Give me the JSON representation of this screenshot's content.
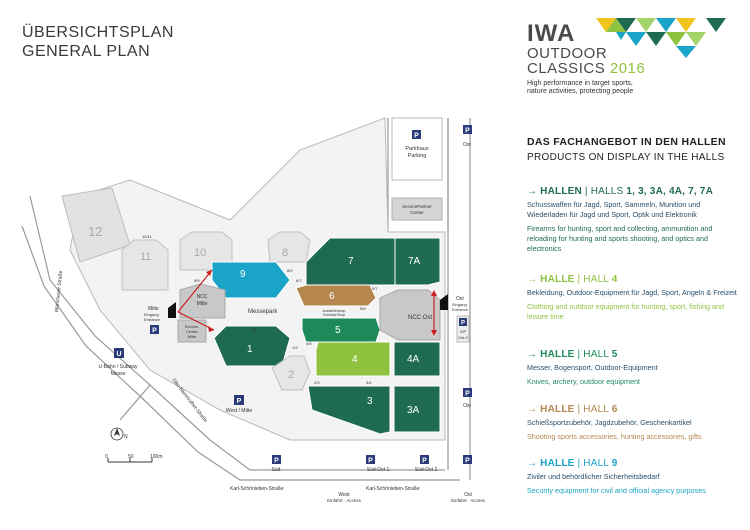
{
  "header": {
    "title": "ÜBERSICHTSPLAN",
    "subtitle": "GENERAL PLAN"
  },
  "brand": {
    "name": "IWA",
    "line1": "OUTDOOR",
    "line2": "CLASSICS",
    "year": "2016",
    "tagline1": "High performance in target sports,",
    "tagline2": "nature activities, protecting people",
    "colors": [
      "#8fc23f",
      "#1aa5c8",
      "#1f6b52",
      "#f0c419",
      "#a3d46a"
    ]
  },
  "products": {
    "title": "DAS FACHANGEBOT IN DEN HALLEN",
    "subtitle": "PRODUCTS ON DISPLAY IN THE HALLS",
    "categories": [
      {
        "prefix": "→ HALLEN",
        "sep": " | ",
        "label": "HALLS ",
        "halls": "1, 3, 3A, 4A, 7, 7A",
        "de": "Schusswaffen für Jagd, Sport, Sammeln, Munition und Wiederladen für Jagd und Sport, Optik und Elektronik",
        "en": "Firearms for hunting, sport and collecting, ammunition and reloading for hunting and sports shooting, and optics and electronics",
        "color": "#1f6b52"
      },
      {
        "prefix": "→ HALLE",
        "sep": " | ",
        "label": "HALL ",
        "halls": "4",
        "de": "Bekleidung, Outdoor-Equipment für Jagd, Sport, Angeln & Freizeit",
        "en": "Clothing and outdoor equipment for hunting, sport, fishing and leisure time",
        "color": "#8fc23f"
      },
      {
        "prefix": "→ HALLE",
        "sep": " | ",
        "label": "HALL ",
        "halls": "5",
        "de": "Messer, Bogensport, Outdoor-Equipment",
        "en": "Knives, archery, outdoor equipment",
        "color": "#1e8a5a"
      },
      {
        "prefix": "→ HALLE",
        "sep": " | ",
        "label": "HALL ",
        "halls": "6",
        "de": "Schießsportzubehör, Jagdzubehör, Geschenkartikel",
        "en": "Shooting sports accessories, hunting accessories, gifts",
        "color": "#b5874f"
      },
      {
        "prefix": "→ HALLE",
        "sep": " | ",
        "label": "HALL ",
        "halls": "9",
        "de": "Ziviler und behördlicher Sicherheitsbedarf",
        "en": "Security equipment for civil and official agency purposes",
        "color": "#1aa5c8"
      }
    ]
  },
  "map": {
    "halls": {
      "h1": "1",
      "h2": "2",
      "h3": "3",
      "h3a": "3A",
      "h4": "4",
      "h4a": "4A",
      "h5": "5",
      "h6": "6",
      "h7": "7",
      "h7a": "7A",
      "h8": "8",
      "h9": "9",
      "h10": "10",
      "h11": "11",
      "h12": "12"
    },
    "colors": {
      "dark": "#1f6b52",
      "mid": "#1e8a5a",
      "light": "#8fc23f",
      "brown": "#b5874f",
      "blue": "#1aa5c8",
      "grey": "#c8c8c8",
      "greyDark": "#9a9a9a"
    },
    "labels": {
      "parkhaus": "Parkhaus",
      "parking": "Parking",
      "ost_top": "Ost",
      "servicepartner": "ServicePartner",
      "center": "Center",
      "messepark": "Messepark",
      "ncc_mitte": "NCC",
      "ncc_mitte2": "Mitte",
      "ncc_ost": "NCC Ost",
      "mitte": "Mitte",
      "eingang": "Eingang",
      "entrance": "Entrance",
      "service_center": "Service-",
      "center_mitte": "Center",
      "mitte2": "Mitte",
      "ost_entr": "Ost",
      "eingang2": "Eingang",
      "entrance2": "Entrance",
      "vip": "VIP",
      "ost2": "Ost 2",
      "ubahn": "U-Bahn / Subway",
      "messe": "Messe",
      "ost_right": "Ost",
      "west_mitte": "West / Mitte",
      "sued": "Süd",
      "sued_ost1": "Süd-Ost 1",
      "sued_ost2": "Süd-Ost 2",
      "karl1": "Karl-Schönleben-Straße",
      "karl2": "Karl-Schönleben-Straße",
      "west_einfahrt": "West",
      "einfahrt_access": "Einfahrt · Access",
      "ost_einfahrt": "Ost",
      "einfahrt_access2": "Einfahrt · Access",
      "scale_0": "0",
      "scale_50": "50",
      "scale_100": "100m",
      "north": "N",
      "muenchener": "Münchener Straße",
      "otto": "Otto-Bärnreuther-Straße",
      "p_letter": "P",
      "u_letter": "U",
      "s1": "5/1",
      "s12": "1/2",
      "s45": "4/5",
      "s23": "2/3",
      "s34": "3/4",
      "s56": "5/6",
      "s67": "6/7",
      "s57": "5/7",
      "s89": "8/9",
      "s9": "5/9",
      "s1011": "10/11",
      "ausstellershop": "Ausstellershop",
      "exhibitorshop": "ExhibitorShop"
    }
  }
}
